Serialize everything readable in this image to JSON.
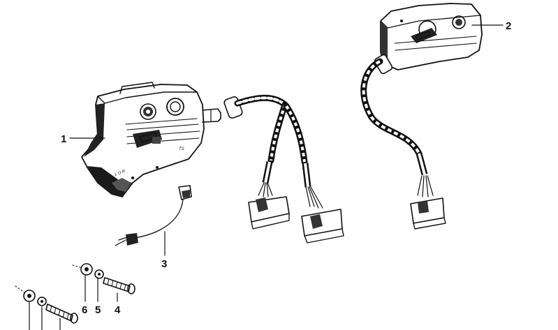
{
  "callouts": {
    "c1": "1",
    "c2": "2",
    "c3": "3",
    "c4": "4",
    "c5": "5",
    "c6": "6"
  },
  "part_marks": {
    "ts": "TS",
    "switch_scale": "L O R"
  }
}
